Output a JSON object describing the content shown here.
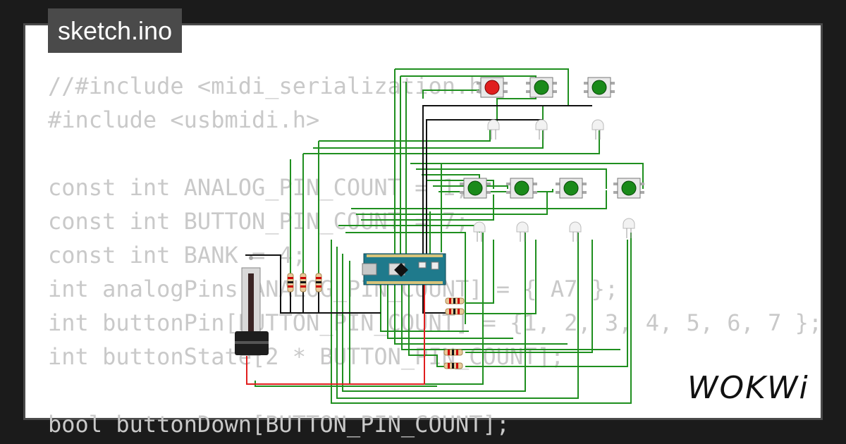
{
  "header": {
    "filename": "sketch.ino"
  },
  "code_lines": [
    "//#include <midi_serialization.h>",
    "#include <usbmidi.h>",
    "",
    "const int ANALOG_PIN_COUNT = 1;",
    "const int BUTTON_PIN_COUNT = 7;",
    "const int BANK = 4;",
    "int analogPins[ANALOG_PIN_COUNT] = { A7 };",
    "int buttonPin[BUTTON_PIN_COUNT] = {1, 2, 3, 4, 5, 6, 7 };",
    "int buttonState[2 * BUTTON_PIN_COUNT];",
    "",
    "bool buttonDown[BUTTON_PIN_COUNT];"
  ],
  "brand": {
    "logo_text": "WOKWi"
  },
  "circuit": {
    "buttons": [
      {
        "id": "btn-red",
        "color": "#e01e1e"
      },
      {
        "id": "btn-top-2",
        "color": "#1a8a1a"
      },
      {
        "id": "btn-top-3",
        "color": "#1a8a1a"
      },
      {
        "id": "btn-mid-1",
        "color": "#1a8a1a"
      },
      {
        "id": "btn-mid-2",
        "color": "#1a8a1a"
      },
      {
        "id": "btn-mid-3",
        "color": "#1a8a1a"
      },
      {
        "id": "btn-mid-4",
        "color": "#1a8a1a"
      }
    ],
    "wire_colors": {
      "green": "#1f8f1f",
      "black": "#111111",
      "red": "#e01e1e"
    },
    "board_color": "#1f7a8c"
  }
}
